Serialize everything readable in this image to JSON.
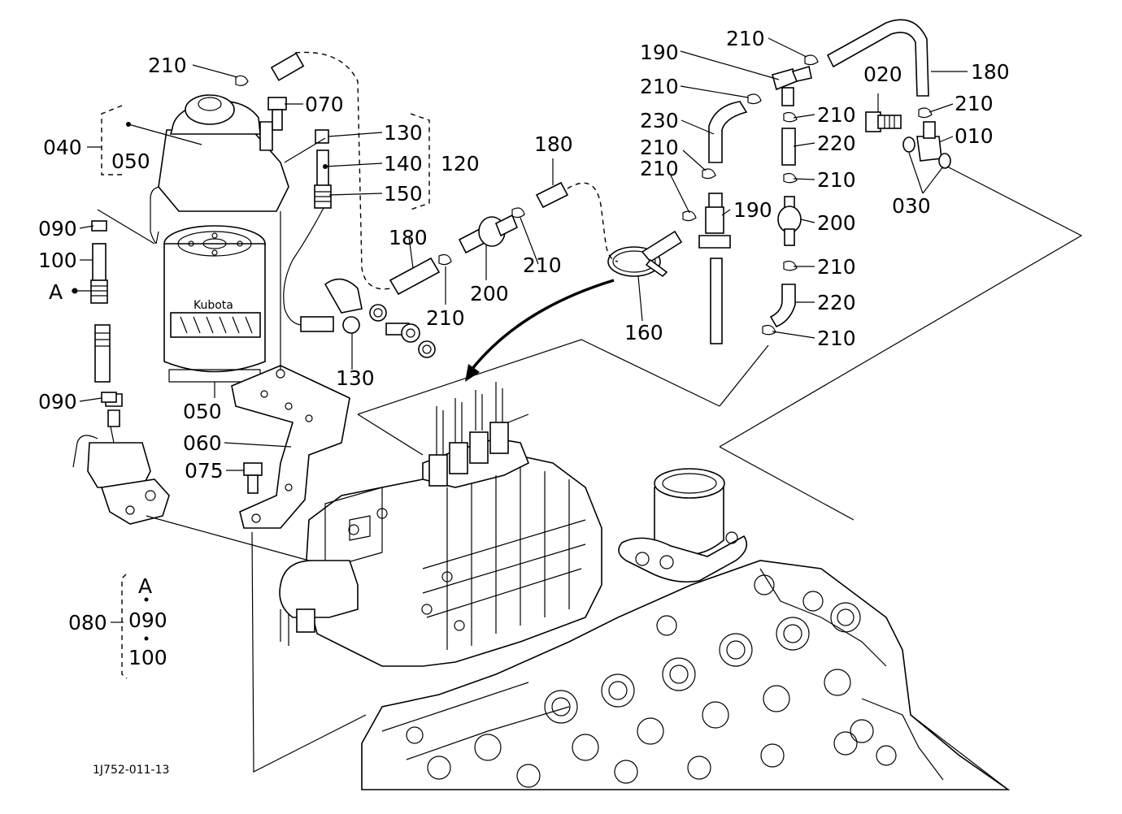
{
  "diagram": {
    "drawing_code": "1J752-011-13",
    "callouts": [
      {
        "id": "c1",
        "text": "210"
      },
      {
        "id": "c2",
        "text": "070"
      },
      {
        "id": "c3",
        "text": "130"
      },
      {
        "id": "c4",
        "text": "140"
      },
      {
        "id": "c5",
        "text": "120"
      },
      {
        "id": "c6",
        "text": "150"
      },
      {
        "id": "c7",
        "text": "040"
      },
      {
        "id": "c8",
        "text": "050"
      },
      {
        "id": "c9",
        "text": "090"
      },
      {
        "id": "c10",
        "text": "100"
      },
      {
        "id": "c11",
        "text": "A"
      },
      {
        "id": "c12",
        "text": "090"
      },
      {
        "id": "c13",
        "text": "050"
      },
      {
        "id": "c14",
        "text": "060"
      },
      {
        "id": "c15",
        "text": "075"
      },
      {
        "id": "c16",
        "text": "130"
      },
      {
        "id": "c17",
        "text": "180"
      },
      {
        "id": "c18",
        "text": "180"
      },
      {
        "id": "c19",
        "text": "210"
      },
      {
        "id": "c20",
        "text": "200"
      },
      {
        "id": "c21",
        "text": "210"
      },
      {
        "id": "c22",
        "text": "160"
      },
      {
        "id": "c23",
        "text": "210"
      },
      {
        "id": "c24",
        "text": "190"
      },
      {
        "id": "c25",
        "text": "210"
      },
      {
        "id": "c26",
        "text": "230"
      },
      {
        "id": "c27",
        "text": "210"
      },
      {
        "id": "c28",
        "text": "210"
      },
      {
        "id": "c29",
        "text": "190"
      },
      {
        "id": "c30",
        "text": "210"
      },
      {
        "id": "c31",
        "text": "220"
      },
      {
        "id": "c32",
        "text": "210"
      },
      {
        "id": "c33",
        "text": "200"
      },
      {
        "id": "c34",
        "text": "210"
      },
      {
        "id": "c35",
        "text": "220"
      },
      {
        "id": "c36",
        "text": "210"
      },
      {
        "id": "c37",
        "text": "020"
      },
      {
        "id": "c38",
        "text": "180"
      },
      {
        "id": "c39",
        "text": "210"
      },
      {
        "id": "c40",
        "text": "010"
      },
      {
        "id": "c41",
        "text": "030"
      }
    ],
    "legend": {
      "ref": "A",
      "group": "080",
      "items": [
        "090",
        "100"
      ]
    }
  }
}
